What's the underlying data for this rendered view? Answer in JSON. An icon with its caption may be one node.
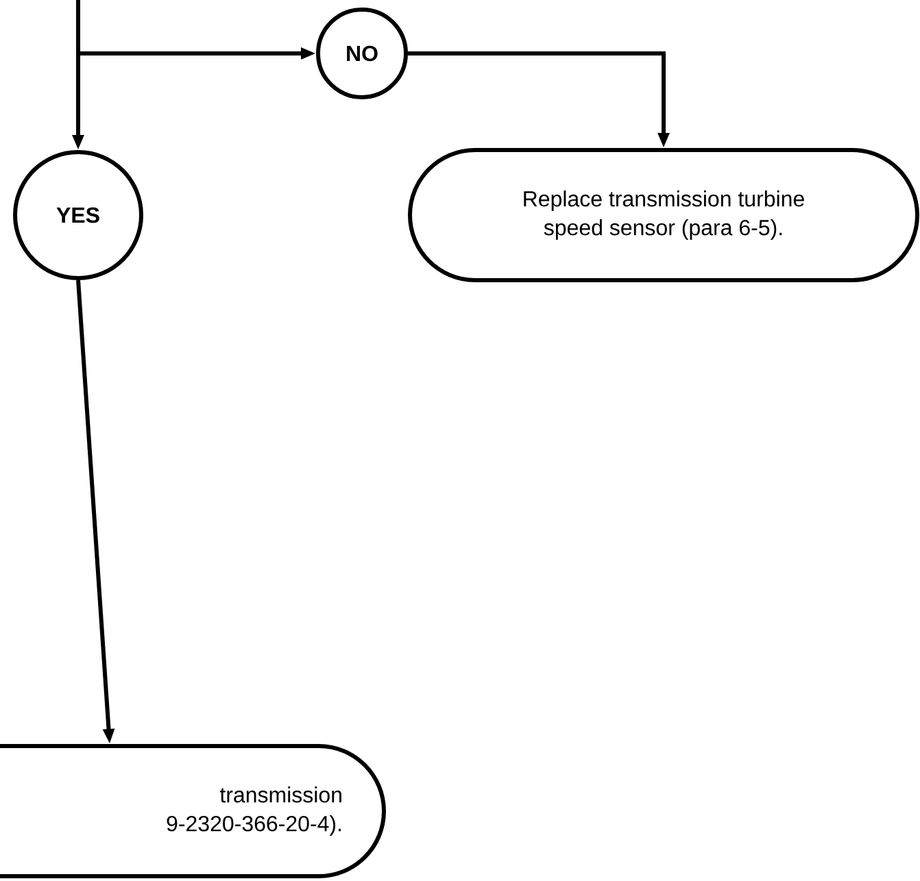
{
  "diagram": {
    "nodes": [
      {
        "text": [
          "NO"
        ]
      },
      {
        "text": [
          "YES"
        ]
      },
      {
        "text": [
          "Replace transmission turbine speed sensor (para 6-5)."
        ]
      },
      {
        "text": [
          "transmission 9-2320-366-20-4)."
        ]
      }
    ],
    "edges": [
      {
        "from": null,
        "to": 1,
        "arrow": "to"
      },
      {
        "from": null,
        "to": 0,
        "arrow": "to"
      },
      {
        "from": 0,
        "to": 2,
        "arrow": "to"
      },
      {
        "from": 1,
        "to": 3,
        "arrow": "to"
      }
    ]
  }
}
